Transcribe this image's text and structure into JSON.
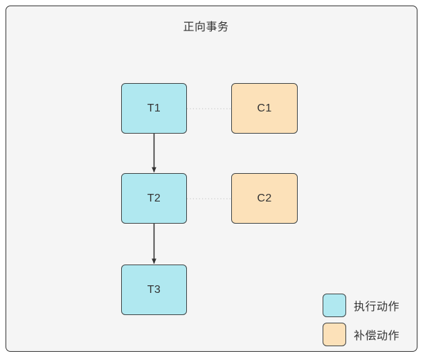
{
  "diagram": {
    "cluster": {
      "title": "正向事务"
    },
    "nodes": [
      {
        "id": "T1",
        "label": "T1",
        "kind": "exec"
      },
      {
        "id": "T2",
        "label": "T2",
        "kind": "exec"
      },
      {
        "id": "T3",
        "label": "T3",
        "kind": "exec"
      },
      {
        "id": "C1",
        "label": "C1",
        "kind": "comp"
      },
      {
        "id": "C2",
        "label": "C2",
        "kind": "comp"
      }
    ],
    "edges": [
      {
        "from": "T1",
        "to": "T2",
        "style": "solid-arrow"
      },
      {
        "from": "T2",
        "to": "T3",
        "style": "solid-arrow"
      },
      {
        "from": "T1",
        "to": "C1",
        "style": "dotted"
      },
      {
        "from": "T2",
        "to": "C2",
        "style": "dotted"
      }
    ],
    "legend": [
      {
        "key": "exec",
        "label": "执行动作"
      },
      {
        "key": "comp",
        "label": "补偿动作"
      }
    ],
    "colors": {
      "exec_fill": "#b0e8f0",
      "comp_fill": "#fce1b9",
      "node_stroke": "#3d4243",
      "cluster_fill": "#f5f5f5",
      "cluster_stroke": "#333333",
      "text": "#333333",
      "edge_solid": "#333333",
      "edge_dotted": "#cccccc",
      "page_bg": "#ffffff"
    }
  }
}
